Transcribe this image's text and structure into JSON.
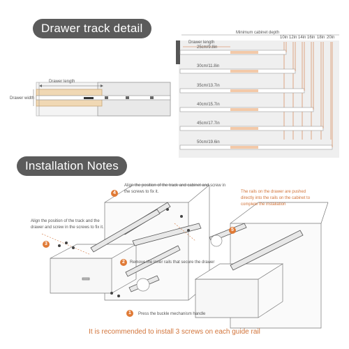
{
  "headings": {
    "track_detail": "Drawer track detail",
    "install_notes": "Installation Notes"
  },
  "left_diagram": {
    "drawer_length": "Drawer length",
    "drawer_width": "Drawer width"
  },
  "right_diagram": {
    "drawer_length": "Drawer length",
    "min_cabinet_depth": "Minimum cabinet depth",
    "depth_columns": [
      "10in",
      "12in",
      "14in",
      "16in",
      "18in",
      "20in"
    ],
    "rails": [
      "25cm/9.8in",
      "30cm/11.8in",
      "35cm/13.7in",
      "40cm/15.7in",
      "45cm/17.7in",
      "50cm/19.6in"
    ]
  },
  "notes": {
    "step4": "Align the position of the track and cabinet and screw in the screws to fix it.",
    "step3": "Align the position of the track and the drawer and screw in the screws to fix it.",
    "step5": "The rails on the drawer are pushed directly into the rails on the cabinet to complete the installation",
    "step2": "Remove the inner rails that secure the drawer",
    "step1": "Press the buckle mechanism handle"
  },
  "step_numbers": [
    "1",
    "2",
    "3",
    "4",
    "5"
  ],
  "footer": "It is recommended to install 3 screws on each guide rail",
  "colors": {
    "accent": "#e07a36",
    "heading_bg": "#5b5b5b",
    "rail_highlight": "#f3c9a8"
  }
}
